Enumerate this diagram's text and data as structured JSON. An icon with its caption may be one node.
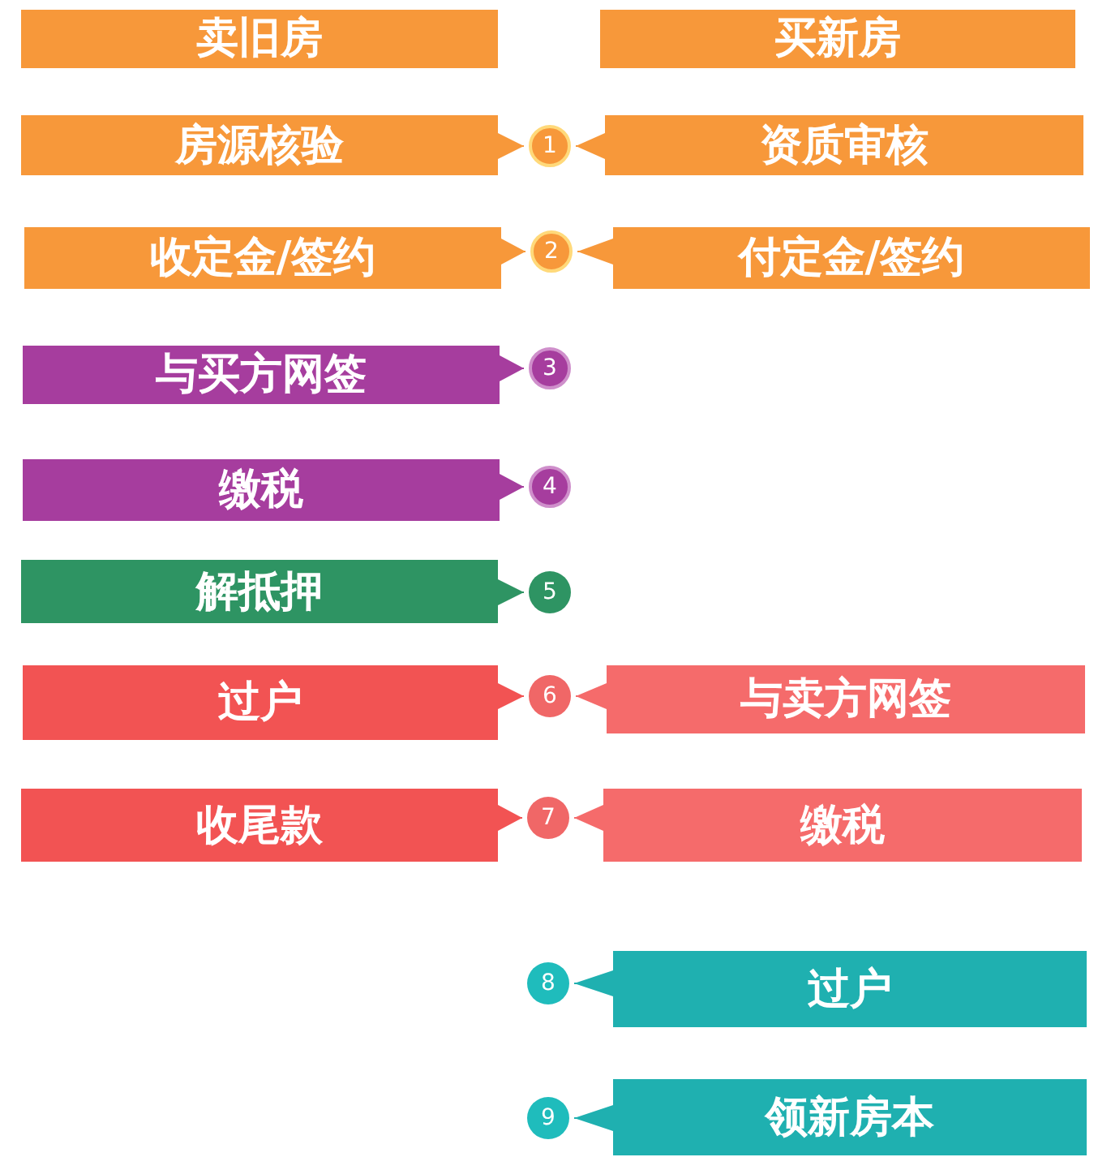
{
  "diagram": {
    "nodes": [
      {
        "text": [
          "卖旧房"
        ]
      },
      {
        "text": [
          "买新房"
        ]
      },
      {
        "text": [
          "房源核验"
        ]
      },
      {
        "text": [
          "1"
        ]
      },
      {
        "text": [
          "资质审核"
        ]
      },
      {
        "text": [
          "收定金/签约"
        ]
      },
      {
        "text": [
          "2"
        ]
      },
      {
        "text": [
          "付定金/签约"
        ]
      },
      {
        "text": [
          "与买方网签"
        ]
      },
      {
        "text": [
          "3"
        ]
      },
      {
        "text": [
          "缴税"
        ]
      },
      {
        "text": [
          "4"
        ]
      },
      {
        "text": [
          "解抵押"
        ]
      },
      {
        "text": [
          "5"
        ]
      },
      {
        "text": [
          "过户"
        ]
      },
      {
        "text": [
          "6"
        ]
      },
      {
        "text": [
          "与卖方网签"
        ]
      },
      {
        "text": [
          "收尾款"
        ]
      },
      {
        "text": [
          "7"
        ]
      },
      {
        "text": [
          "缴税"
        ]
      },
      {
        "text": [
          "8"
        ]
      },
      {
        "text": [
          "过户"
        ]
      },
      {
        "text": [
          "9"
        ]
      },
      {
        "text": [
          "领新房本"
        ]
      }
    ],
    "edges": [
      {
        "from": 2,
        "to": 3,
        "arrow": "to",
        "color": "#f7983a"
      },
      {
        "from": 4,
        "to": 3,
        "arrow": "to",
        "color": "#f7983a"
      },
      {
        "from": 5,
        "to": 6,
        "arrow": "to",
        "color": "#f7983a"
      },
      {
        "from": 7,
        "to": 6,
        "arrow": "to",
        "color": "#f7983a"
      },
      {
        "from": 8,
        "to": 9,
        "arrow": "to",
        "color": "#a63d9e"
      },
      {
        "from": 10,
        "to": 11,
        "arrow": "to",
        "color": "#a63d9e"
      },
      {
        "from": 12,
        "to": 13,
        "arrow": "to",
        "color": "#2e9463"
      },
      {
        "from": 14,
        "to": 15,
        "arrow": "to",
        "color": "#f25353"
      },
      {
        "from": 16,
        "to": 15,
        "arrow": "to",
        "color": "#f56b6b"
      },
      {
        "from": 17,
        "to": 18,
        "arrow": "to",
        "color": "#f25353"
      },
      {
        "from": 19,
        "to": 18,
        "arrow": "to",
        "color": "#f56b6b"
      },
      {
        "from": 21,
        "to": 20,
        "arrow": "to",
        "color": "#1fb0b0"
      },
      {
        "from": 23,
        "to": 22,
        "arrow": "to",
        "color": "#1fb0b0"
      }
    ]
  }
}
